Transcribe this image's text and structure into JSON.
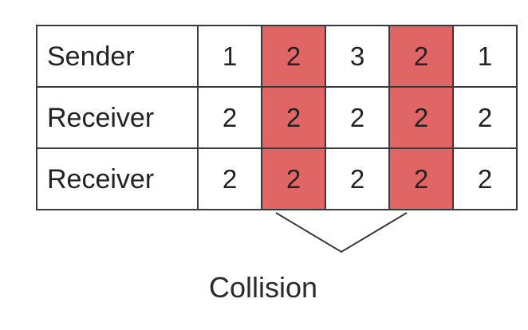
{
  "rows": [
    {
      "label": "Sender",
      "values": [
        "1",
        "2",
        "3",
        "2",
        "1"
      ]
    },
    {
      "label": "Receiver",
      "values": [
        "2",
        "2",
        "2",
        "2",
        "2"
      ]
    },
    {
      "label": "Receiver",
      "values": [
        "2",
        "2",
        "2",
        "2",
        "2"
      ]
    }
  ],
  "collision_columns": [
    1,
    3
  ],
  "collision_label": "Collision",
  "colors": {
    "collision": "#e06666",
    "border": "#3a3a3a",
    "text": "#222222"
  }
}
